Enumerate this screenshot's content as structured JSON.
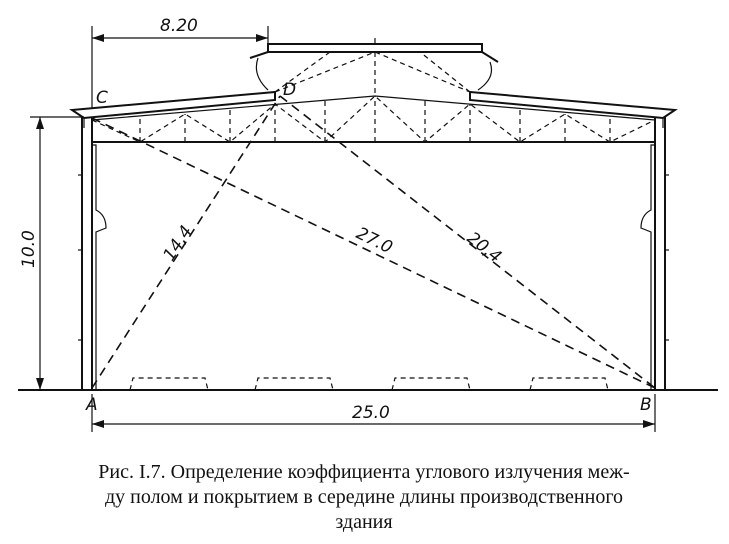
{
  "labels": {
    "dim_top": "8.20",
    "dim_bottom": "25.0",
    "dim_height": "10.0",
    "ray_1": "14,4",
    "ray_2": "27.0",
    "ray_3": "20,4",
    "point_c": "C",
    "point_d": "D",
    "point_a": "A",
    "point_b": "B"
  },
  "caption": {
    "line1": "Рис. I.7. Определение коэффициента углового излучения меж-",
    "line2": "ду полом и покрытием в середине длины производственного",
    "line3": "здания"
  }
}
